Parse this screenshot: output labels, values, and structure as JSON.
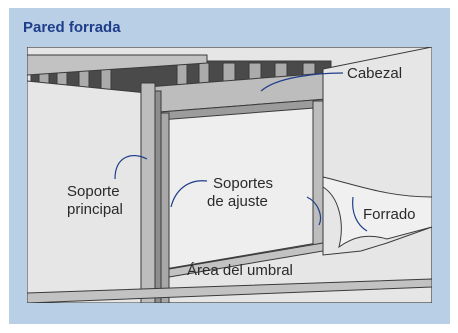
{
  "figure": {
    "title": "Pared forrada",
    "labels": {
      "cabezal": "Cabezal",
      "soporte_line1": "Soporte",
      "soporte_line2": "principal",
      "soportes_line1": "Soportes",
      "soportes_line2": "de ajuste",
      "forrado": "Forrado",
      "umbral": "Área del umbral"
    },
    "colors": {
      "panel": "#b9cfe6",
      "title": "#1f3e8a",
      "wall": "#e6e6e6",
      "frame": "#ababab",
      "leader": "#1f3e8a"
    }
  }
}
